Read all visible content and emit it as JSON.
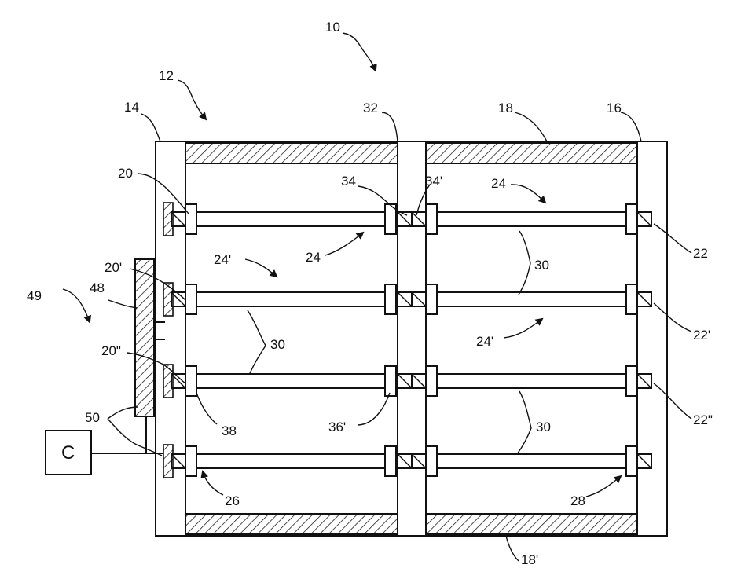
{
  "labels": {
    "l10": "10",
    "l12": "12",
    "l14": "14",
    "l16": "16",
    "l18": "18",
    "l18p": "18'",
    "l20": "20",
    "l20p": "20'",
    "l20pp": "20\"",
    "l22": "22",
    "l22p": "22'",
    "l22pp": "22\"",
    "l24a": "24",
    "l24b": "24",
    "l24p_a": "24'",
    "l24p_b": "24'",
    "l26": "26",
    "l28": "28",
    "l30a": "30",
    "l30b": "30",
    "l30c": "30",
    "l32": "32",
    "l34": "34",
    "l34p": "34'",
    "l36p": "36'",
    "l38": "38",
    "l48": "48",
    "l49": "49",
    "l50": "50",
    "controller": "C"
  }
}
